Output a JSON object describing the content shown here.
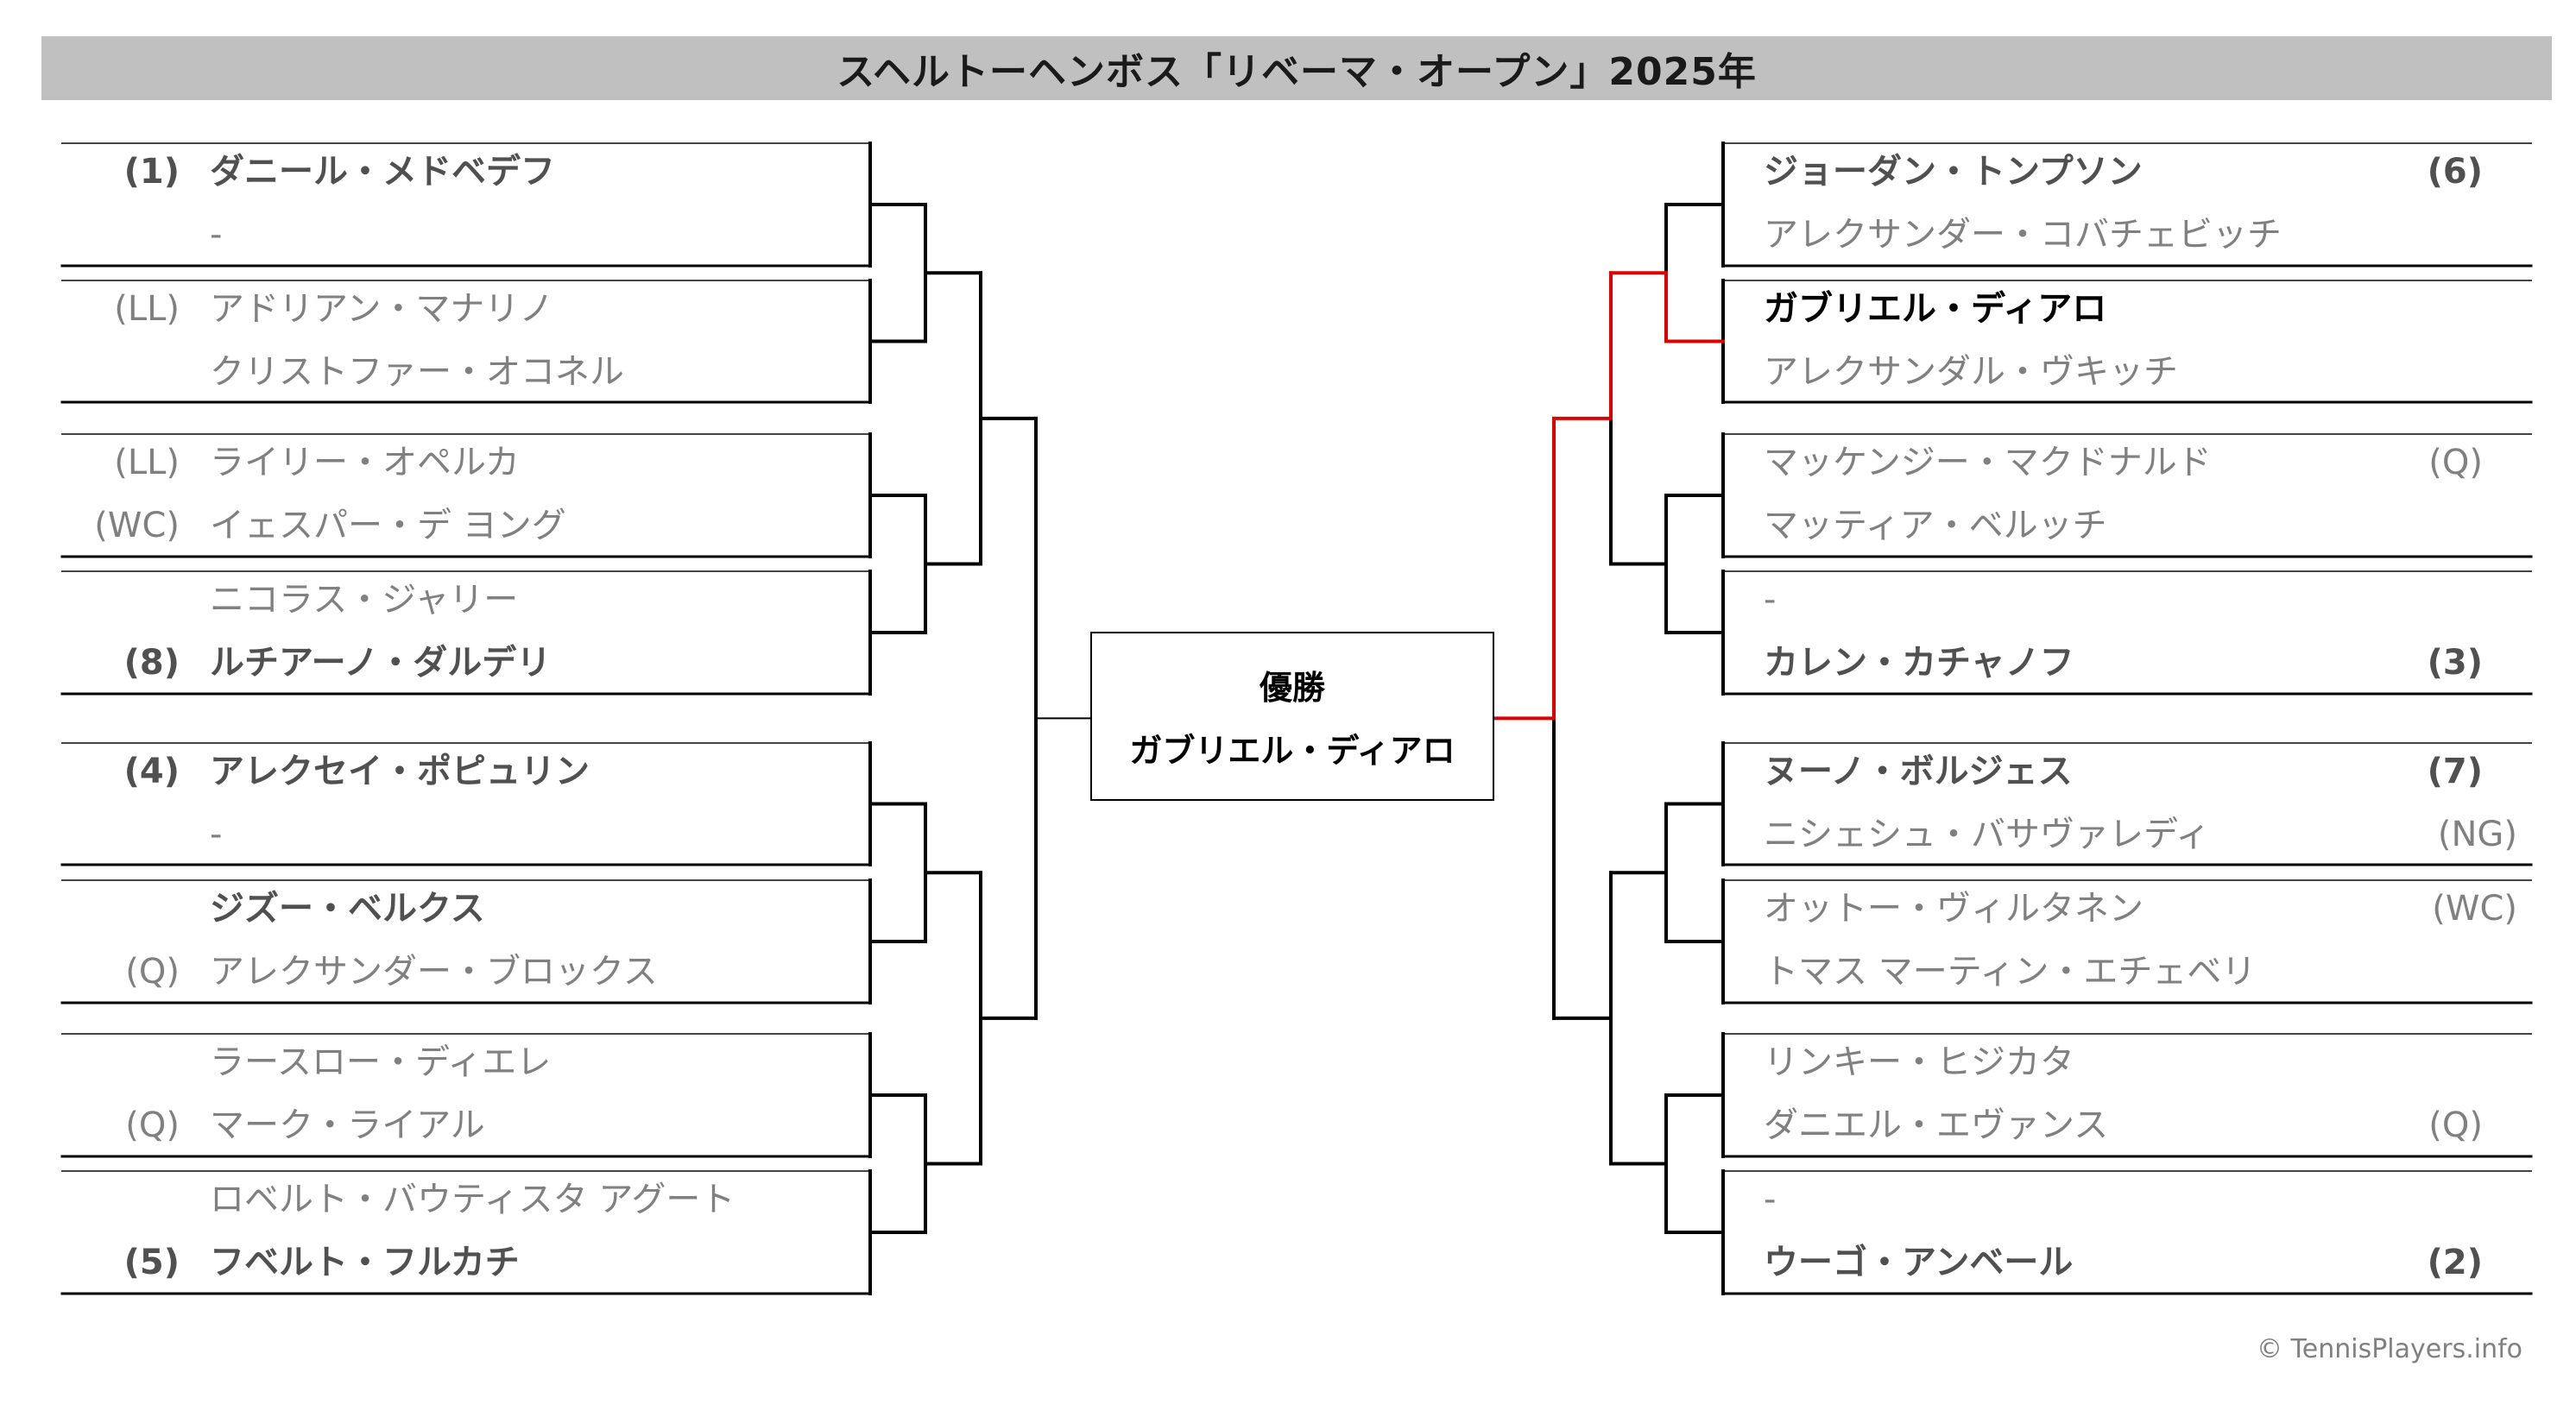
{
  "title": "スヘルトーヘンボス「リベーマ・オープン」2025年",
  "champion": {
    "label": "優勝",
    "name": "ガブリエル・ディアロ"
  },
  "copyright": "© TennisPlayers.info",
  "colors": {
    "line": "#000000",
    "winner_path": "#e00000",
    "title_bg": "#c0c0c0"
  },
  "left_draw": [
    {
      "seed": "(1)",
      "name": "ダニール・メドベデフ",
      "bold": true
    },
    {
      "seed": "",
      "name": "-",
      "bold": false
    },
    {
      "seed": "(LL)",
      "name": "アドリアン・マナリノ",
      "bold": false
    },
    {
      "seed": "",
      "name": "クリストファー・オコネル",
      "bold": false
    },
    {
      "seed": "(LL)",
      "name": "ライリー・オペルカ",
      "bold": false
    },
    {
      "seed": "(WC)",
      "name": "イェスパー・デ ヨング",
      "bold": false
    },
    {
      "seed": "",
      "name": "ニコラス・ジャリー",
      "bold": false
    },
    {
      "seed": "(8)",
      "name": "ルチアーノ・ダルデリ",
      "bold": true
    },
    {
      "seed": "(4)",
      "name": "アレクセイ・ポピュリン",
      "bold": true
    },
    {
      "seed": "",
      "name": "-",
      "bold": false
    },
    {
      "seed": "",
      "name": "ジズー・ベルクス",
      "bold": true
    },
    {
      "seed": "(Q)",
      "name": "アレクサンダー・ブロックス",
      "bold": false
    },
    {
      "seed": "",
      "name": "ラースロー・ディエレ",
      "bold": false
    },
    {
      "seed": "(Q)",
      "name": "マーク・ライアル",
      "bold": false
    },
    {
      "seed": "",
      "name": "ロベルト・バウティスタ アグート",
      "bold": false
    },
    {
      "seed": "(5)",
      "name": "フベルト・フルカチ",
      "bold": true
    }
  ],
  "right_draw": [
    {
      "seed": "(6)",
      "name": "ジョーダン・トンプソン",
      "bold": true
    },
    {
      "seed": "",
      "name": "アレクサンダー・コバチェビッチ",
      "bold": false
    },
    {
      "seed": "",
      "name": "ガブリエル・ディアロ",
      "bold": true,
      "winner": true
    },
    {
      "seed": "",
      "name": "アレクサンダル・ヴキッチ",
      "bold": false
    },
    {
      "seed": "(Q)",
      "name": "マッケンジー・マクドナルド",
      "bold": false
    },
    {
      "seed": "",
      "name": "マッティア・ベルッチ",
      "bold": false
    },
    {
      "seed": "",
      "name": "-",
      "bold": false
    },
    {
      "seed": "(3)",
      "name": "カレン・カチャノフ",
      "bold": true
    },
    {
      "seed": "(7)",
      "name": "ヌーノ・ボルジェス",
      "bold": true
    },
    {
      "seed": "(NG)",
      "name": "ニシェシュ・バサヴァレディ",
      "bold": false
    },
    {
      "seed": "(WC)",
      "name": "オットー・ヴィルタネン",
      "bold": false
    },
    {
      "seed": "",
      "name": "トマス マーティン・エチェベリ",
      "bold": false
    },
    {
      "seed": "",
      "name": "リンキー・ヒジカタ",
      "bold": false
    },
    {
      "seed": "(Q)",
      "name": "ダニエル・エヴァンス",
      "bold": false
    },
    {
      "seed": "",
      "name": "-",
      "bold": false
    },
    {
      "seed": "(2)",
      "name": "ウーゴ・アンベール",
      "bold": true
    }
  ]
}
